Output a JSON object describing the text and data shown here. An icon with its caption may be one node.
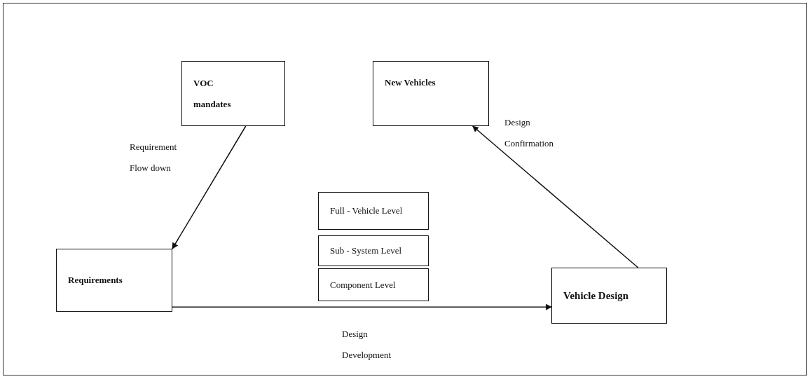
{
  "diagram": {
    "nodes": [
      {
        "text": [
          "VOC",
          "mandates"
        ]
      },
      {
        "text": [
          "New Vehicles"
        ]
      },
      {
        "text": [
          "Full - Vehicle Level"
        ]
      },
      {
        "text": [
          "Sub - System Level"
        ]
      },
      {
        "text": [
          "Component Level"
        ]
      },
      {
        "text": [
          "Requirements"
        ]
      },
      {
        "text": [
          "Vehicle Design"
        ]
      }
    ],
    "edges": [
      {
        "from": 0,
        "to": 5,
        "arrow": "to",
        "label": "Requirement Flow down"
      },
      {
        "from": 5,
        "to": 6,
        "arrow": "to",
        "label": "Design Development"
      },
      {
        "from": 6,
        "to": 1,
        "arrow": "to",
        "label": "Design Confirmation"
      }
    ]
  }
}
